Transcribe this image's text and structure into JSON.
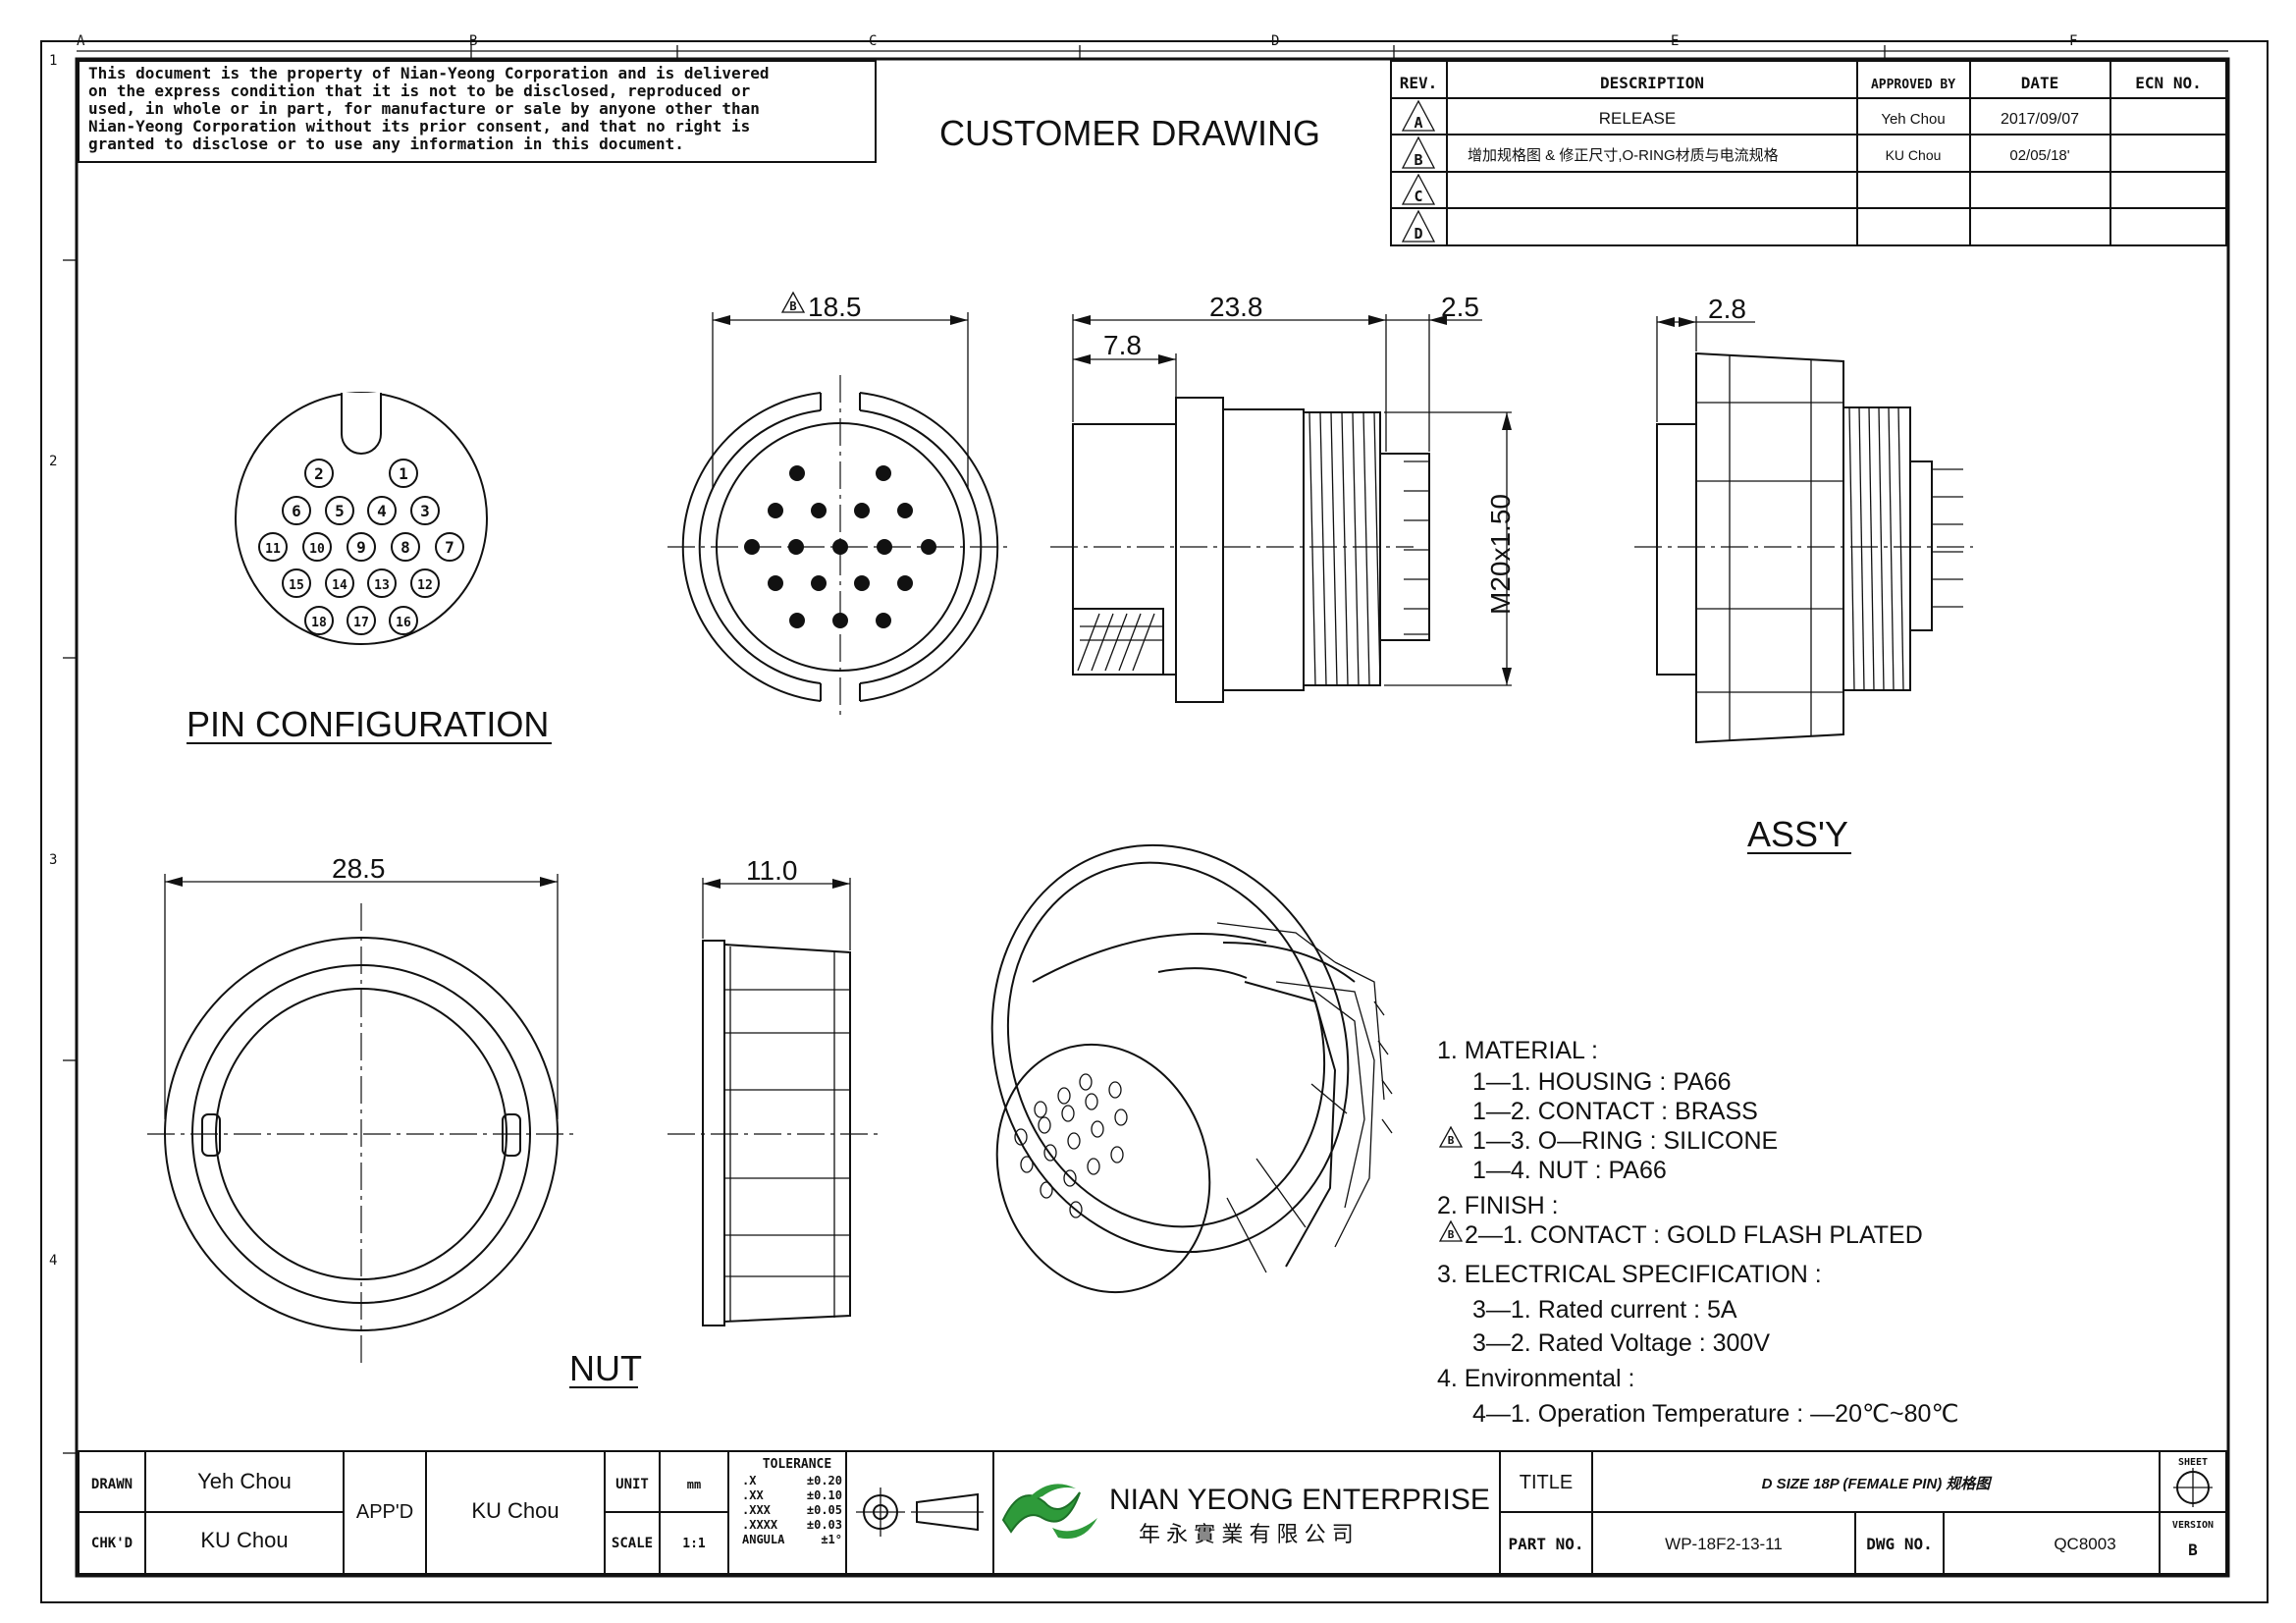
{
  "notice": {
    "lines": [
      "This document is the property of Nian-Yeong Corporation and is delivered",
      "on  the  express condition that it is not to be disclosed, reproduced or",
      "used, in whole or in part, for manufacture or sale by anyone other than",
      "Nian-Yeong Corporation without  its prior consent, and that  no right  is",
      "granted to disclose or to use any information in this  document."
    ]
  },
  "heading": "CUSTOMER  DRAWING",
  "grid": {
    "columns": [
      "A",
      "B",
      "C",
      "D",
      "E",
      "F"
    ],
    "rows": [
      "1",
      "2",
      "3",
      "4"
    ]
  },
  "revision_table": {
    "headers": [
      "REV.",
      "DESCRIPTION",
      "APPROVED BY",
      "DATE",
      "ECN NO."
    ],
    "rows": [
      {
        "rev": "A",
        "description": "RELEASE",
        "approved": "Yeh Chou",
        "date": "2017/09/07",
        "ecn": ""
      },
      {
        "rev": "B",
        "description": "增加规格图  &  修正尺寸,O-RING材质与电流规格",
        "approved": "KU Chou",
        "date": "02/05/18'",
        "ecn": ""
      },
      {
        "rev": "C",
        "description": "",
        "approved": "",
        "date": "",
        "ecn": ""
      },
      {
        "rev": "D",
        "description": "",
        "approved": "",
        "date": "",
        "ecn": ""
      }
    ]
  },
  "views": {
    "pin_config_label": "PIN  CONFIGURATION",
    "assy_label": "ASS'Y",
    "nut_label": "NUT"
  },
  "pins": [
    "1",
    "2",
    "3",
    "4",
    "5",
    "6",
    "7",
    "8",
    "9",
    "10",
    "11",
    "12",
    "13",
    "14",
    "15",
    "16",
    "17",
    "18"
  ],
  "dimensions": {
    "front_dia": "18.5",
    "front_dia_rev": "B",
    "body_length": "23.8",
    "pin_length": "2.5",
    "flange": "7.8",
    "thread": "M20x1.50",
    "assy_flange": "2.8",
    "nut_dia": "28.5",
    "nut_width": "11.0"
  },
  "notes": [
    {
      "text": "1.  MATERIAL  :",
      "indent": false,
      "rev": ""
    },
    {
      "text": "1—1.  HOUSING  :  PA66",
      "indent": true,
      "rev": ""
    },
    {
      "text": "1—2.  CONTACT  :  BRASS",
      "indent": true,
      "rev": ""
    },
    {
      "text": "1—3.  O—RING  :  SILICONE",
      "indent": true,
      "rev": "B"
    },
    {
      "text": "1—4.  NUT  :  PA66",
      "indent": true,
      "rev": ""
    },
    {
      "text": "2.  FINISH  :",
      "indent": false,
      "rev": ""
    },
    {
      "text": "2—1.  CONTACT  :  GOLD  FLASH  PLATED",
      "indent": false,
      "rev": "B"
    },
    {
      "text": "3.  ELECTRICAL  SPECIFICATION  :",
      "indent": false,
      "rev": ""
    },
    {
      "text": "3—1.  Rated  current  :  5A",
      "indent": true,
      "rev": ""
    },
    {
      "text": "3—2.  Rated  Voltage  :  300V",
      "indent": true,
      "rev": ""
    },
    {
      "text": "4.  Environmental  :",
      "indent": false,
      "rev": ""
    },
    {
      "text": "4—1.  Operation  Temperature  :  —20℃~80℃",
      "indent": true,
      "rev": ""
    }
  ],
  "title_block": {
    "drawn_label": "DRAWN",
    "drawn_by": "Yeh Chou",
    "chkd_label": "CHK'D",
    "chkd_by": "KU Chou",
    "appd_label": "APP'D",
    "appd_by": "KU Chou",
    "unit_label": "UNIT",
    "unit": "mm",
    "scale_label": "SCALE",
    "scale": "1:1",
    "tolerance_label": "TOLERANCE",
    "tolerances": [
      {
        "k": ".X",
        "v": "±0.20"
      },
      {
        "k": ".XX",
        "v": "±0.10"
      },
      {
        "k": ".XXX",
        "v": "±0.05"
      },
      {
        "k": ".XXXX",
        "v": "±0.03"
      },
      {
        "k": "ANGULA",
        "v": "±1°"
      }
    ],
    "company_en": "NIAN YEONG ENTERPRISE",
    "company_zh": "年 永 實 業 有 限 公 司",
    "title_label": "TITLE",
    "title": "D SIZE 18P (FEMALE PIN) 规格图",
    "part_label": "PART NO.",
    "part_no": "WP-18F2-13-11",
    "dwg_label": "DWG NO.",
    "dwg_no": "QC8003",
    "sheet_label": "SHEET",
    "version_label": "VERSION",
    "version": "B"
  }
}
